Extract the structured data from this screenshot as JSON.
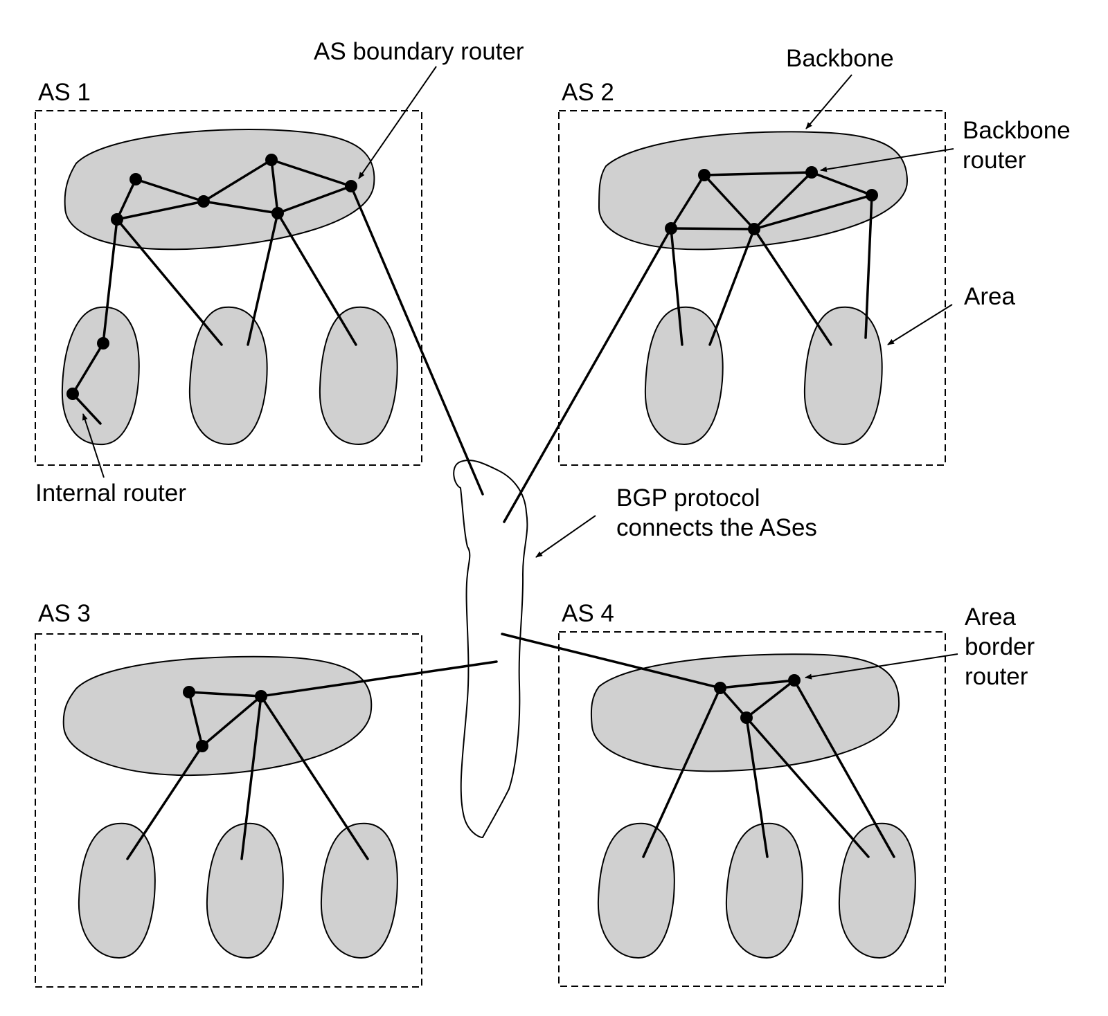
{
  "labels": {
    "as1": "AS 1",
    "as2": "AS 2",
    "as3": "AS 3",
    "as4": "AS 4",
    "as_boundary_router": "AS boundary router",
    "backbone": "Backbone",
    "backbone_router_1": "Backbone",
    "backbone_router_2": "router",
    "area": "Area",
    "internal_router": "Internal router",
    "bgp_1": "BGP protocol",
    "bgp_2": "connects the ASes",
    "area_border_1": "Area",
    "area_border_2": "border",
    "area_border_3": "router"
  },
  "colors": {
    "region_fill": "#d0d0d0",
    "line": "#000000",
    "background": "#ffffff"
  }
}
